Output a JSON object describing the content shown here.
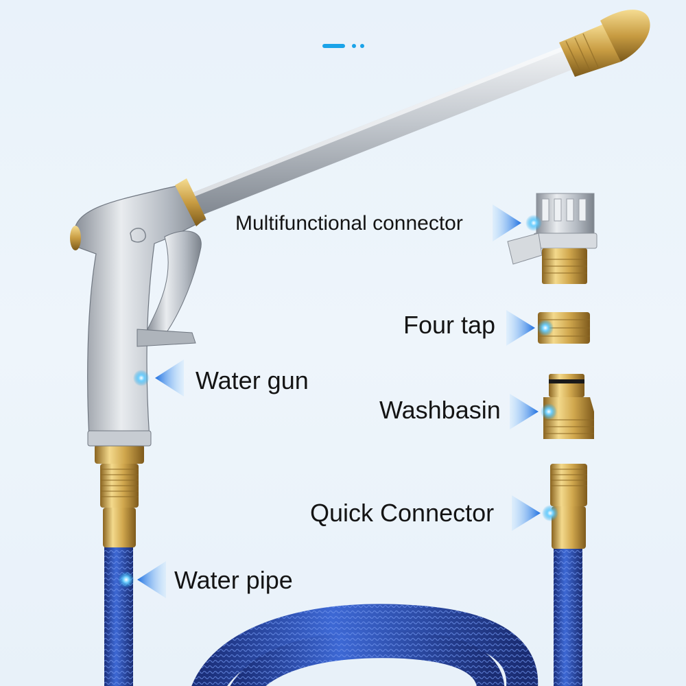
{
  "labels": {
    "multifunctional_connector": "Multifunctional connector",
    "four_tap": "Four tap",
    "water_gun": "Water gun",
    "washbasin": "Washbasin",
    "quick_connector": "Quick Connector",
    "water_pipe": "Water pipe"
  },
  "colors": {
    "accent": "#1aa3e8",
    "marker_blue": "#1e6fe0",
    "brass": "#c9a24a",
    "hose_blue": "#2a4fb0",
    "chrome": "#b9bec6"
  },
  "icons": {
    "pointer": "triangle-pointer-icon",
    "marker_dot": "glow-dot-icon",
    "pager": "carousel-indicator"
  }
}
